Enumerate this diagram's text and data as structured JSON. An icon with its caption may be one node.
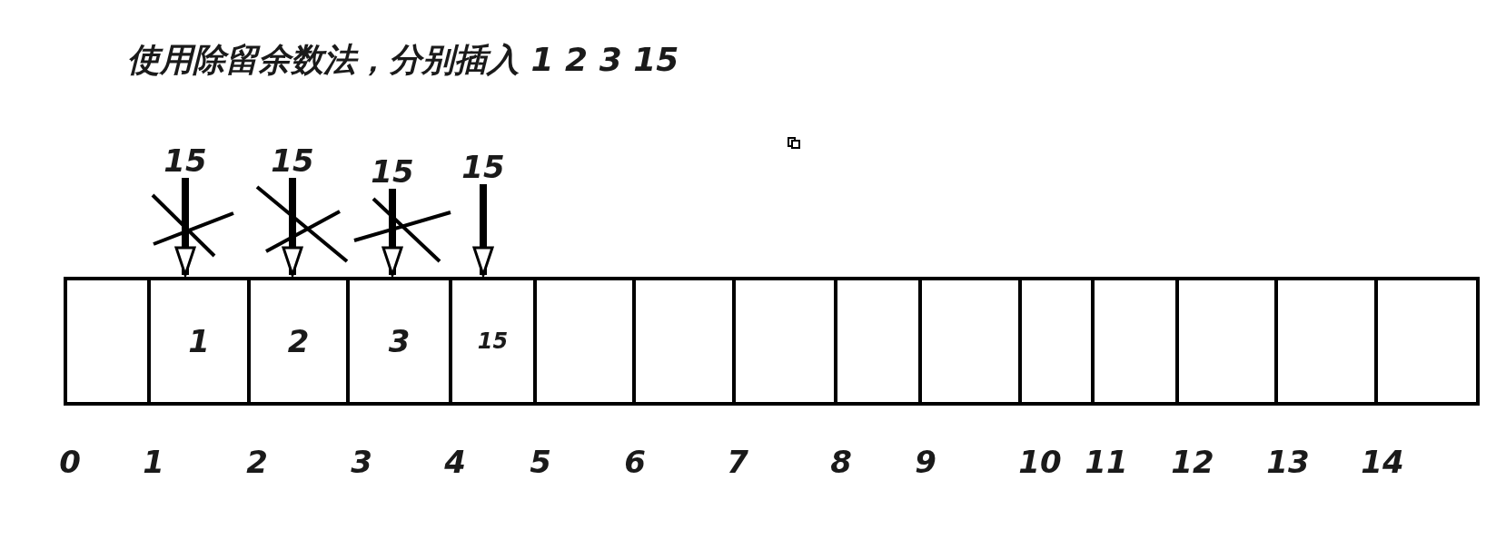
{
  "diagram": {
    "title": "使用除留余数法，分别插入 1 2 3 15",
    "nodes": [
      {
        "text": [],
        "shape": "box"
      },
      {
        "text": [
          "1"
        ]
      },
      {
        "text": [
          "2"
        ]
      },
      {
        "text": [
          "3"
        ]
      },
      {
        "text": [
          "15"
        ]
      },
      {
        "text": [],
        "shape": "box"
      },
      {
        "text": [],
        "shape": "box"
      },
      {
        "text": [],
        "shape": "box"
      },
      {
        "text": [],
        "shape": "box"
      },
      {
        "text": [],
        "shape": "box"
      },
      {
        "text": [],
        "shape": "box"
      },
      {
        "text": [],
        "shape": "box"
      },
      {
        "text": [],
        "shape": "box"
      },
      {
        "text": [],
        "shape": "box"
      },
      {
        "text": [],
        "shape": "box"
      },
      {
        "text": [
          "15"
        ]
      },
      {
        "text": [
          "15"
        ]
      },
      {
        "text": [
          "15"
        ]
      },
      {
        "text": [
          "15"
        ]
      }
    ],
    "edges": [
      {
        "from": 15,
        "to": 1,
        "arrow": "to"
      },
      {
        "from": 16,
        "to": 2,
        "arrow": "to"
      },
      {
        "from": 17,
        "to": 3,
        "arrow": "to"
      },
      {
        "from": 18,
        "to": 4,
        "arrow": "to"
      }
    ],
    "labels": [
      "0",
      "1",
      "2",
      "3",
      "4",
      "5",
      "6",
      "7",
      "8",
      "9",
      "10",
      "11",
      "12",
      "13",
      "14"
    ]
  }
}
